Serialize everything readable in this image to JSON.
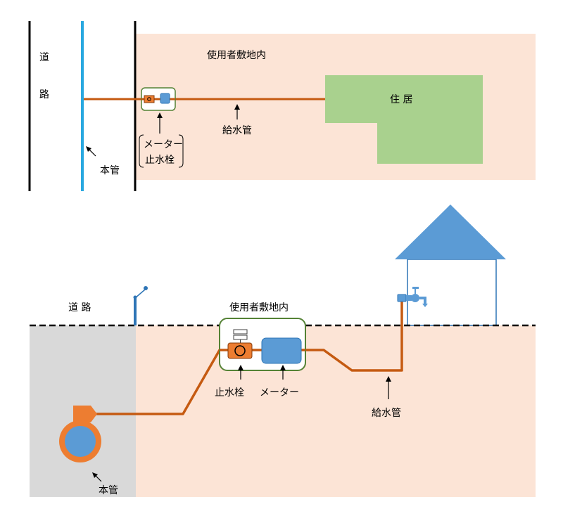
{
  "colors": {
    "premises": "#fce4d6",
    "house_plan": "#a9d18e",
    "water_main": "#29a8e0",
    "service_pipe": "#c55a11",
    "meter": "#5b9bd5",
    "valve": "#ed7d31",
    "meter_box": "#548235",
    "road_ground": "#d9d9d9",
    "house_roof": "#5b9bd5",
    "house_wall": "#2e75b6"
  },
  "plan": {
    "road_char1": "道",
    "road_char2": "路",
    "premises_label": "使用者敷地内",
    "house_label": "住 居",
    "supply_pipe_label": "給水管",
    "meter_label": "メーター",
    "stopcock_label": "止水栓",
    "main_pipe_label": "本管"
  },
  "section": {
    "road_label": "道 路",
    "premises_label": "使用者敷地内",
    "stopcock_label": "止水栓",
    "meter_label": "メーター",
    "supply_pipe_label": "給水管",
    "main_pipe_label": "本管"
  }
}
